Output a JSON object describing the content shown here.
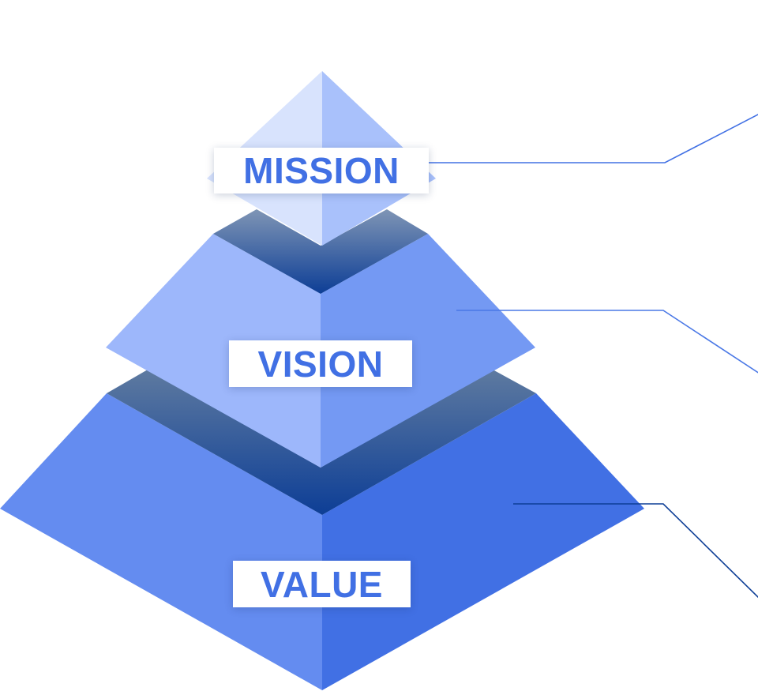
{
  "diagram": {
    "type": "pyramid",
    "tiers": [
      {
        "id": "mission",
        "label": "MISSION"
      },
      {
        "id": "vision",
        "label": "VISION"
      },
      {
        "id": "value",
        "label": "VALUE"
      }
    ]
  },
  "colors": {
    "label_text": "#4170e4",
    "mission_left": "#d8e3fd",
    "mission_right": "#a9c1fb",
    "vision_left": "#9db7fb",
    "vision_right": "#7499f3",
    "value_left": "#648cf0",
    "value_right": "#4170e4",
    "recess_top": "#5e7aa0",
    "recess_bottom": "#0d3e96",
    "callout_mission": "#4170e4",
    "callout_vision": "#4a78e6",
    "callout_value": "#0d3e96"
  }
}
